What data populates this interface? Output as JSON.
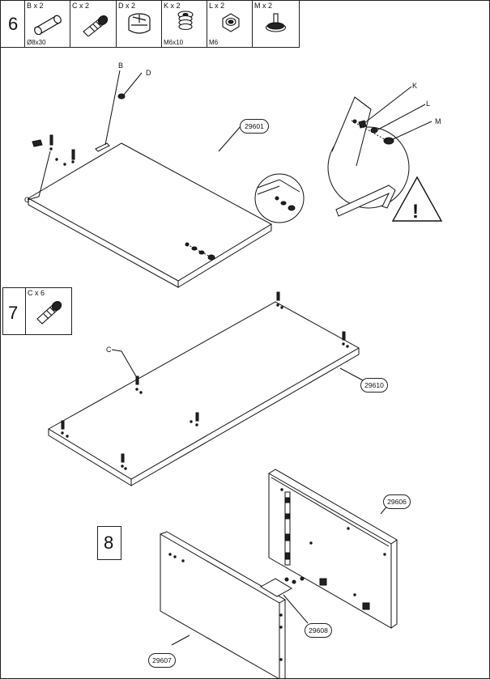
{
  "step6": {
    "number": "6",
    "parts": [
      {
        "head": "B x 2",
        "foot": "Ø8x30",
        "icon": "dowel-icon"
      },
      {
        "head": "C x 2",
        "foot": "",
        "icon": "cam-bolt-icon"
      },
      {
        "head": "D x 2",
        "foot": "",
        "icon": "cam-lock-icon"
      },
      {
        "head": "K x 2",
        "foot": "M6x10",
        "icon": "threaded-insert-icon"
      },
      {
        "head": "L x 2",
        "foot": "M6",
        "icon": "hex-nut-icon"
      },
      {
        "head": "M x 2",
        "foot": "",
        "icon": "knob-bolt-icon"
      }
    ],
    "labels": {
      "b": "B",
      "c": "C",
      "d": "D",
      "k": "K",
      "l": "L",
      "m": "M"
    },
    "panel_id": "29601",
    "warning_mark": "!"
  },
  "step7": {
    "number": "7",
    "parts": [
      {
        "head": "C x 6",
        "icon": "cam-bolt-icon"
      }
    ],
    "labels": {
      "c": "C"
    },
    "panel_id": "29610"
  },
  "step8": {
    "number": "8",
    "panel_ids": {
      "back": "29606",
      "bracket": "29608",
      "front": "29607"
    }
  }
}
